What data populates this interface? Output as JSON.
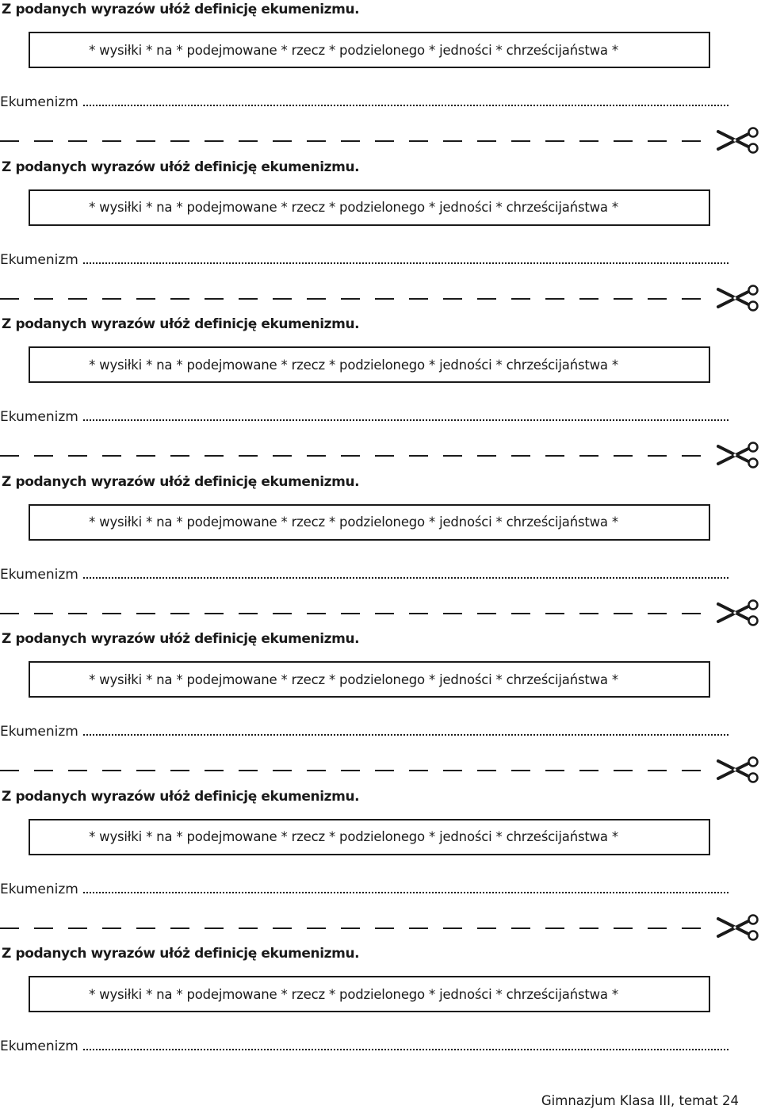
{
  "exercise": {
    "instruction": "Z podanych wyrazów ułóż definicję ekumenizmu.",
    "word_bank": "* wysiłki * na * podejmowane * rzecz * podzielonego * jedności * chrześcijaństwa *",
    "answer_label": "Ekumenizm",
    "cards": [
      {
        "id": 1
      },
      {
        "id": 2
      },
      {
        "id": 3
      },
      {
        "id": 4
      },
      {
        "id": 5
      },
      {
        "id": 6
      },
      {
        "id": 7
      }
    ]
  },
  "footer": {
    "text": "Gimnazjum Klasa III, temat 24"
  }
}
